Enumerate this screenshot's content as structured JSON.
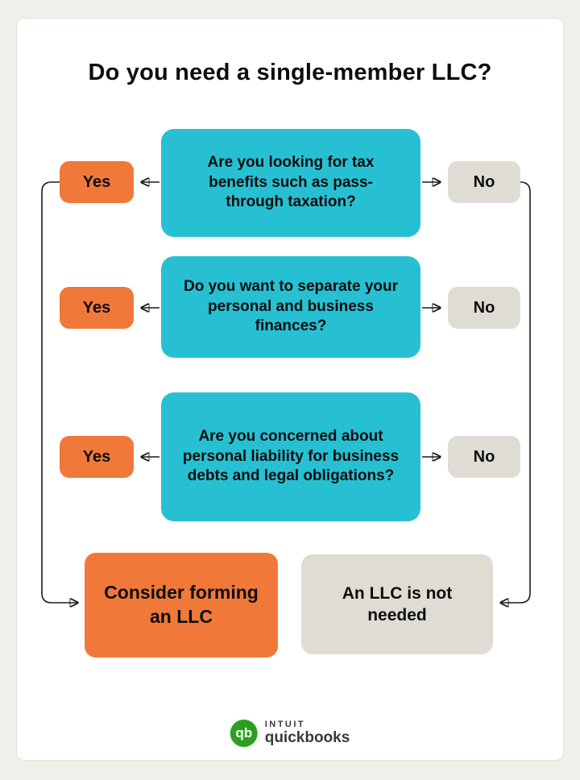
{
  "page": {
    "title": "Do you need a single-member LLC?"
  },
  "flow": {
    "rows": [
      {
        "question": "Are you looking for tax benefits such as pass-through taxation?",
        "yes": "Yes",
        "no": "No"
      },
      {
        "question": "Do you want to separate your personal and business finances?",
        "yes": "Yes",
        "no": "No"
      },
      {
        "question": "Are you concerned about personal liability for business debts and legal obligations?",
        "yes": "Yes",
        "no": "No"
      }
    ],
    "outcomes": {
      "yes": "Consider forming an LLC",
      "no": "An LLC is not needed"
    }
  },
  "branding": {
    "monogram": "qb",
    "company": "INTUIT",
    "product": "quickbooks"
  },
  "colors": {
    "background": "#F0EFE9",
    "card": "#FFFFFF",
    "teal": "#27C0D3",
    "orange": "#F0793A",
    "gray": "#DEDCD3",
    "line": "#1B1B1B",
    "brand_green": "#2CA01C"
  }
}
